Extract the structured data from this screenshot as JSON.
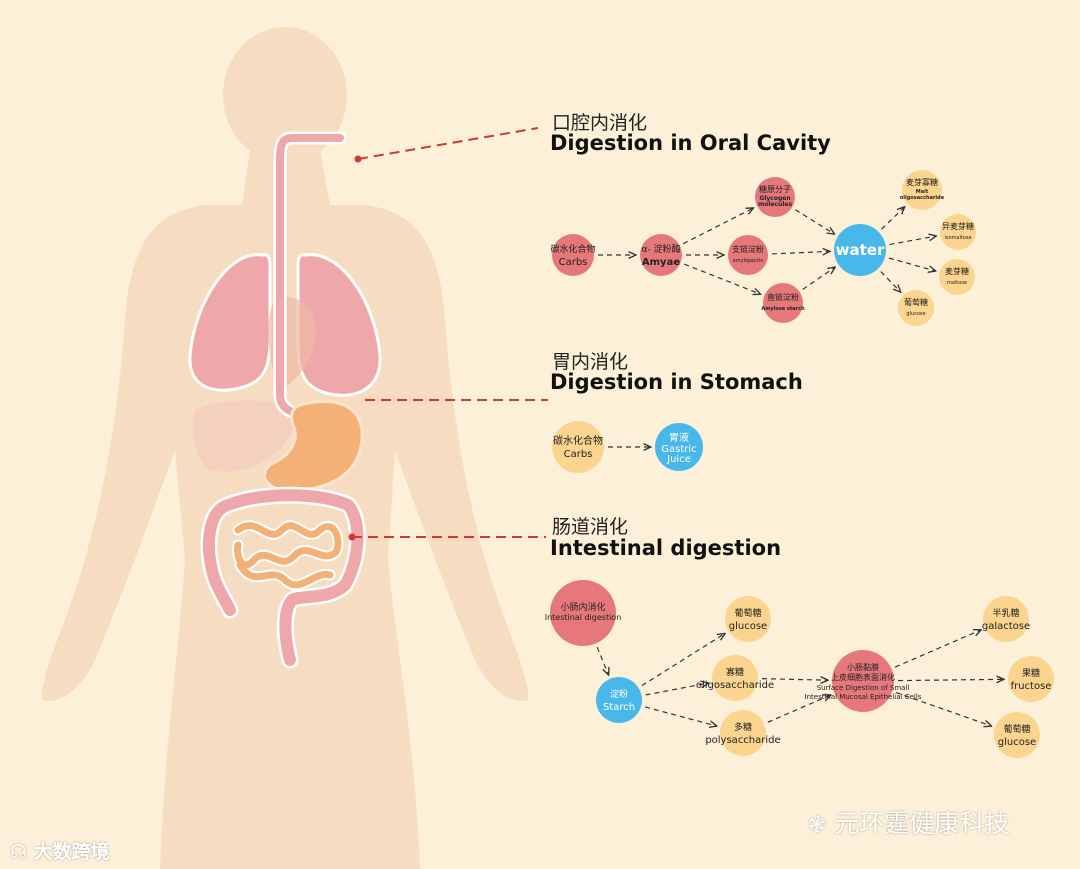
{
  "colors": {
    "background": "#fdf0d8",
    "body": "#f6dcc0",
    "pink_node": "#e6787c",
    "yellow_node": "#fbd58f",
    "blue_node": "#48b8ea",
    "leader_line": "#d0392d"
  },
  "sections": {
    "oral": {
      "cn": "口腔内消化",
      "en": "Digestion in Oral Cavity"
    },
    "stomach": {
      "cn": "胃内消化",
      "en": "Digestion in Stomach"
    },
    "intestine": {
      "cn": "肠道消化",
      "en": "Intestinal digestion"
    }
  },
  "oral_nodes": [
    {
      "id": "carbs",
      "color": "pink",
      "cn": "碳水化合物",
      "en": "Carbs"
    },
    {
      "id": "amyae",
      "color": "pink",
      "cn": "α- 淀粉酶",
      "en": "Amyae"
    },
    {
      "id": "glycogen",
      "color": "pink",
      "cn": "糖原分子",
      "en": "Glycogen molecules"
    },
    {
      "id": "amylopectin",
      "color": "pink",
      "cn": "支链淀粉",
      "en": "amylopectin"
    },
    {
      "id": "amylose",
      "color": "pink",
      "cn": "直链淀粉",
      "en": "Amylose starch"
    },
    {
      "id": "water",
      "color": "blue",
      "cn": "",
      "en": "water"
    },
    {
      "id": "malt",
      "color": "yellow",
      "cn": "麦芽寡糖",
      "en": "Malt oligosaccharide"
    },
    {
      "id": "isomaltose",
      "color": "yellow",
      "cn": "异麦芽糖",
      "en": "isomaltose"
    },
    {
      "id": "maltose",
      "color": "yellow",
      "cn": "麦芽糖",
      "en": "maltose"
    },
    {
      "id": "glucose",
      "color": "yellow",
      "cn": "葡萄糖",
      "en": "glucose"
    }
  ],
  "stomach_nodes": [
    {
      "id": "carbs",
      "color": "yellow",
      "cn": "碳水化合物",
      "en": "Carbs"
    },
    {
      "id": "gastric",
      "color": "blue",
      "cn": "胃液",
      "en": "Gastric Juice"
    }
  ],
  "intestine_nodes": [
    {
      "id": "small",
      "color": "pink",
      "cn": "小肠内消化",
      "en": "Intestinal digestion"
    },
    {
      "id": "starch",
      "color": "blue",
      "cn": "淀粉",
      "en": "Starch"
    },
    {
      "id": "glucose1",
      "color": "yellow",
      "cn": "葡萄糖",
      "en": "glucose"
    },
    {
      "id": "oligo",
      "color": "yellow",
      "cn": "寡糖",
      "en": "oligosaccharide"
    },
    {
      "id": "poly",
      "color": "yellow",
      "cn": "多糖",
      "en": "polysaccharide"
    },
    {
      "id": "surface",
      "color": "pink",
      "cn": "小肠黏膜 上皮细胞表面消化",
      "en": "Surface Digestion of Small Intestinal Mucosal Epithelial Cells"
    },
    {
      "id": "galactose",
      "color": "yellow",
      "cn": "半乳糖",
      "en": "galactose"
    },
    {
      "id": "fructose",
      "color": "yellow",
      "cn": "果糖",
      "en": "fructose"
    },
    {
      "id": "glucose2",
      "color": "yellow",
      "cn": "葡萄糖",
      "en": "glucose"
    }
  ],
  "watermarks": {
    "right": "元环霆健康科技",
    "left": "大数跨境"
  }
}
